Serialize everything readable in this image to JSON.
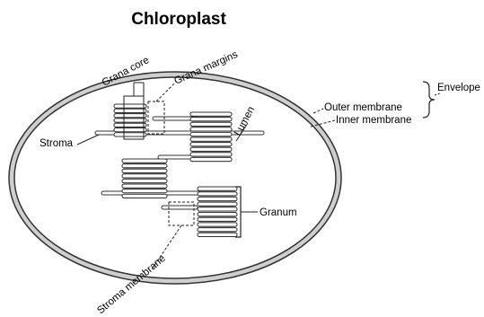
{
  "title": "Chloroplast",
  "labels": {
    "grana_core": "Grana core",
    "grana_margins": "Grana margins",
    "lumen": "Lumen",
    "outer_membrane": "Outer membrane",
    "inner_membrane": "Inner membrane",
    "envelope": "Envelope",
    "stroma": "Stroma",
    "granum": "Granum",
    "stroma_membrane": "Stroma membrane"
  },
  "grana_stacks": [
    {
      "id": "top-left",
      "discs": 7
    },
    {
      "id": "top-right",
      "discs": 10
    },
    {
      "id": "middle-left",
      "discs": 8
    },
    {
      "id": "bottom-right",
      "discs": 10
    }
  ],
  "colors": {
    "line": "#222222",
    "outer_envelope_fill": "#cfcfcf",
    "background": "#ffffff"
  }
}
